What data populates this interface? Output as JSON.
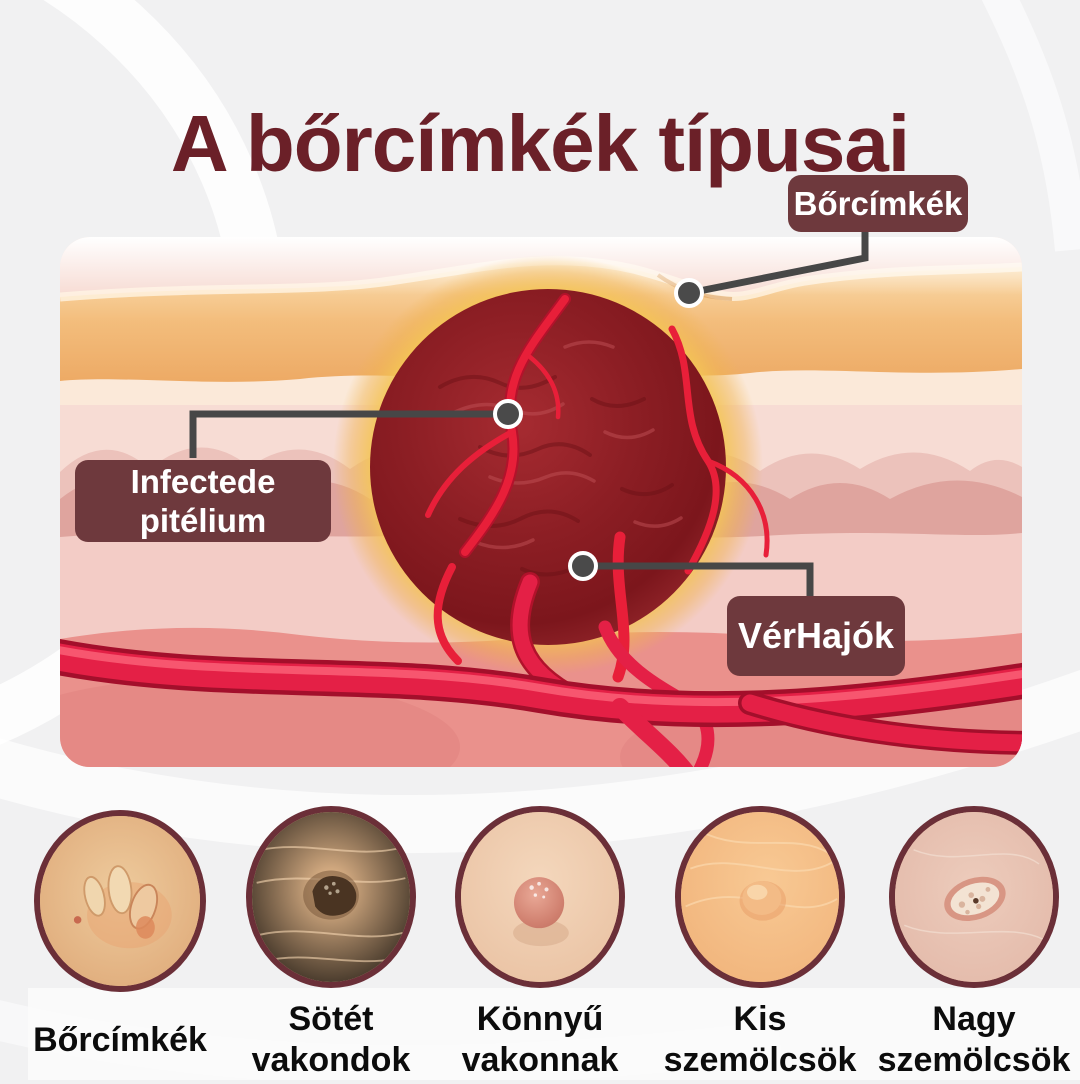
{
  "title": "A bőrcímkék típusai",
  "illustration": {
    "name": "skin-tag-cross-section",
    "callouts": [
      {
        "name": "skin-tag",
        "label": "Bőrcímkék"
      },
      {
        "name": "infected-epithelium",
        "line1": "Infectede",
        "line2": "pitélium"
      },
      {
        "name": "blood-vessels",
        "label": "VérHajók"
      }
    ]
  },
  "types": [
    {
      "name": "skin-tags",
      "lines": [
        "Bőrcímkék"
      ]
    },
    {
      "name": "dark-moles",
      "lines": [
        "Sötét",
        "vakondok"
      ]
    },
    {
      "name": "light-moles",
      "lines": [
        "Könnyű",
        "vakonnak"
      ]
    },
    {
      "name": "small-warts",
      "lines": [
        "Kis",
        "szemölcsök"
      ]
    },
    {
      "name": "large-warts",
      "lines": [
        "Nagy",
        "szemölcsök"
      ]
    }
  ],
  "colors": {
    "title": "#6b2028",
    "callout_box": "#6e393d",
    "callout_text": "#ffffff",
    "callout_line": "#474747",
    "circle_border": "#6b2f38",
    "type_label": "#0c0c0c",
    "tumor": "#8c1e24",
    "vessel": "#e42046",
    "epidermis": "#f3bd7c"
  }
}
